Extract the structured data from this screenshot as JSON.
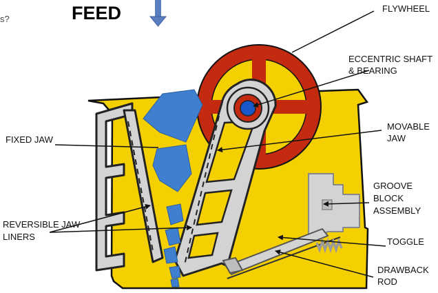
{
  "title": "FEED",
  "stray_text": "s?",
  "labels": {
    "flywheel": "FLYWHEEL",
    "eccentric_1": "ECCENTRIC SHAFT",
    "eccentric_2": "& BEARING",
    "movable_1": "MOVABLE",
    "movable_2": "JAW",
    "fixed": "FIXED JAW",
    "groove_1": "GROOVE",
    "groove_2": "BLOCK",
    "groove_3": "ASSEMBLY",
    "liners_1": "REVERSIBLE JAW",
    "liners_2": "LINERS",
    "toggle": "TOGGLE",
    "drawback_1": "DRAWBACK",
    "drawback_2": "ROD"
  },
  "colors": {
    "frame": "#F5D000",
    "flywheel": "#C42A10",
    "jaw": "#D3D3D3",
    "rock": "#3F7FCF",
    "shaft": "#1858C8",
    "arrow": "#5A7FC0",
    "spring": "#9A9A9A"
  },
  "icons": [
    "down-arrow-icon"
  ]
}
